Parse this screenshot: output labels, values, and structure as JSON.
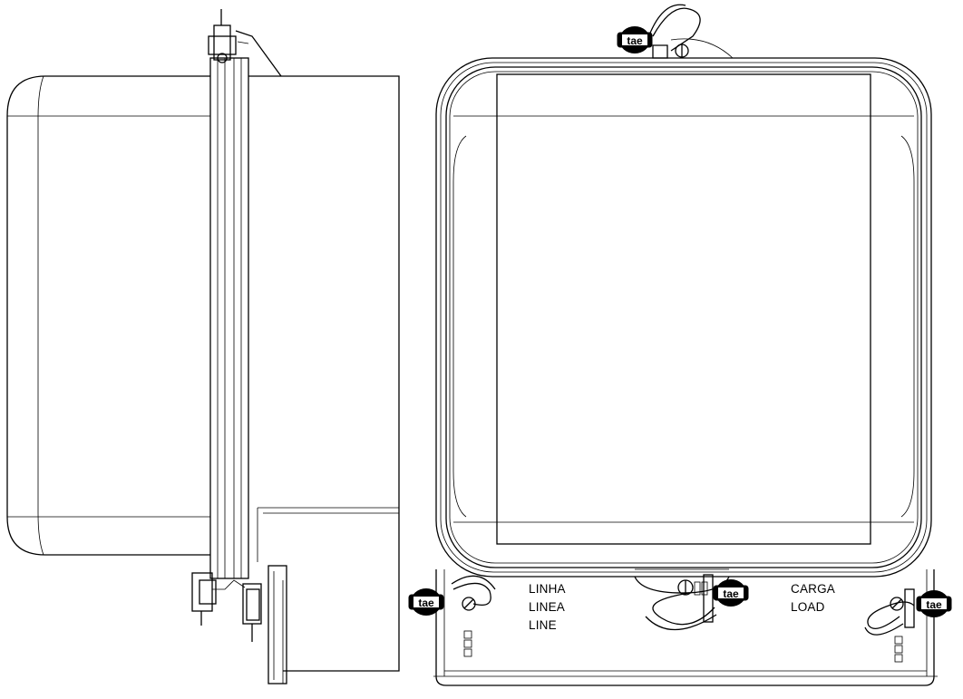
{
  "labels": {
    "line_pt": "LINHA",
    "line_es": "LINEA",
    "line_en": "LINE",
    "load_pt": "CARGA",
    "load_en": "LOAD"
  },
  "seal": {
    "logo_text": "tae",
    "color": "#000000"
  },
  "colors": {
    "stroke": "#000000",
    "background": "#ffffff"
  }
}
